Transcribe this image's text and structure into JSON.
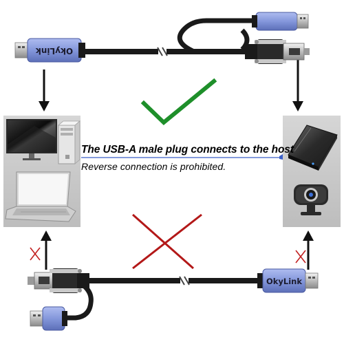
{
  "captions": {
    "allowed": "The USB-A male plug connects to the host",
    "prohibited": "Reverse connection is prohibited."
  },
  "brand": "OkyLink",
  "colors": {
    "check": "#1e8f2a",
    "cross": "#b31818",
    "connector_blue": "#8a9fe0",
    "panel": "#c9c9c9",
    "divider": "#3a5fc8",
    "cable": "#1a1a1a"
  },
  "icons": {
    "correct": "check-mark-icon",
    "wrong": "cross-mark-icon",
    "monitor": "monitor-icon",
    "tower": "pc-tower-icon",
    "laptop": "laptop-icon",
    "drive": "external-hard-drive-icon",
    "webcam": "webcam-icon"
  }
}
